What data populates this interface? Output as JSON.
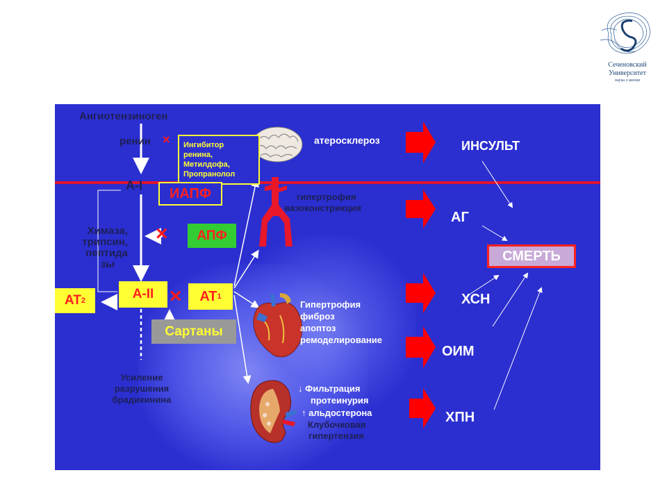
{
  "logo": {
    "line1": "Сеченовский",
    "line2": "Университет",
    "line3": "наука о жизни"
  },
  "diagram": {
    "angiotensinogen": "Ангиотензиноген",
    "renin": "ренин",
    "renin_inhibitor": [
      "Ингибитор",
      "ренина,",
      "Метилдофа,",
      "Пропранолол"
    ],
    "a1": "A-I",
    "iapf": "ИАПФ",
    "chymase": [
      "Химаза,",
      "трипсин,",
      "пептида",
      "зы"
    ],
    "apf": "АПФ",
    "at2": "AT",
    "at2_sub": "2",
    "a2": "A-II",
    "at1": "AT",
    "at1_sub": "1",
    "sartans": "Сартаны",
    "bradykinin": [
      "Усиление",
      "разрушения",
      "брадикинина"
    ],
    "atherosclerosis": "атеросклероз",
    "hypertrophy_vessels": [
      "гипертрофия",
      "вазоконстрикция"
    ],
    "heart_effects": [
      "Гипертрофия",
      "фиброз",
      "апоптоз",
      "ремоделирование"
    ],
    "kidney_effects": [
      "↓ Фильтрация",
      "протеинурия",
      "↑ альдостерона",
      "Клубочковая",
      "гипертензия"
    ],
    "outcomes": {
      "stroke": "ИНСУЛЬТ",
      "ag": "АГ",
      "hsn": "ХСН",
      "oim": "ОИМ",
      "hpn": "ХПН"
    },
    "death": "СМЕРТЬ",
    "block_mark": "×"
  },
  "colors": {
    "panel": "#2b2fd0",
    "red_line": "#e0142c",
    "yellow": "#ffff33",
    "green": "#33cc33",
    "gray": "#999999",
    "death_box": "#c8a9d8",
    "arrow_red": "#ff0000"
  }
}
